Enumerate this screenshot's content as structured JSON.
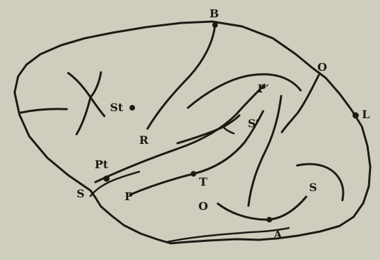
{
  "diagram": {
    "labels": {
      "B": "B",
      "O_top": "O",
      "L": "L",
      "St": "St",
      "R": "R",
      "P_prime": "P′",
      "S_prime": "S′",
      "Pt": "Pt",
      "T": "T",
      "S_left": "S",
      "P": "P",
      "O_bottom": "O",
      "S_right": "S",
      "A": "A"
    }
  }
}
